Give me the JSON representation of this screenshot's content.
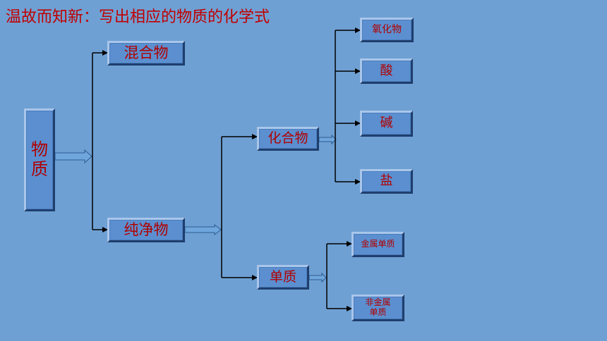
{
  "title": "温故而知新：写出相应的物质的化学式",
  "nodes": {
    "matter": "物质",
    "mixture": "混合物",
    "pure": "纯净物",
    "compound": "化合物",
    "simple": "单质",
    "oxide": "氧化物",
    "acid": "酸",
    "base": "碱",
    "salt": "盐",
    "metal": "金属单质",
    "nonmetal": "非金属单质"
  },
  "colors": {
    "background": "#6fa0d3",
    "box": "#5b8fd0",
    "text": "#c00000"
  }
}
